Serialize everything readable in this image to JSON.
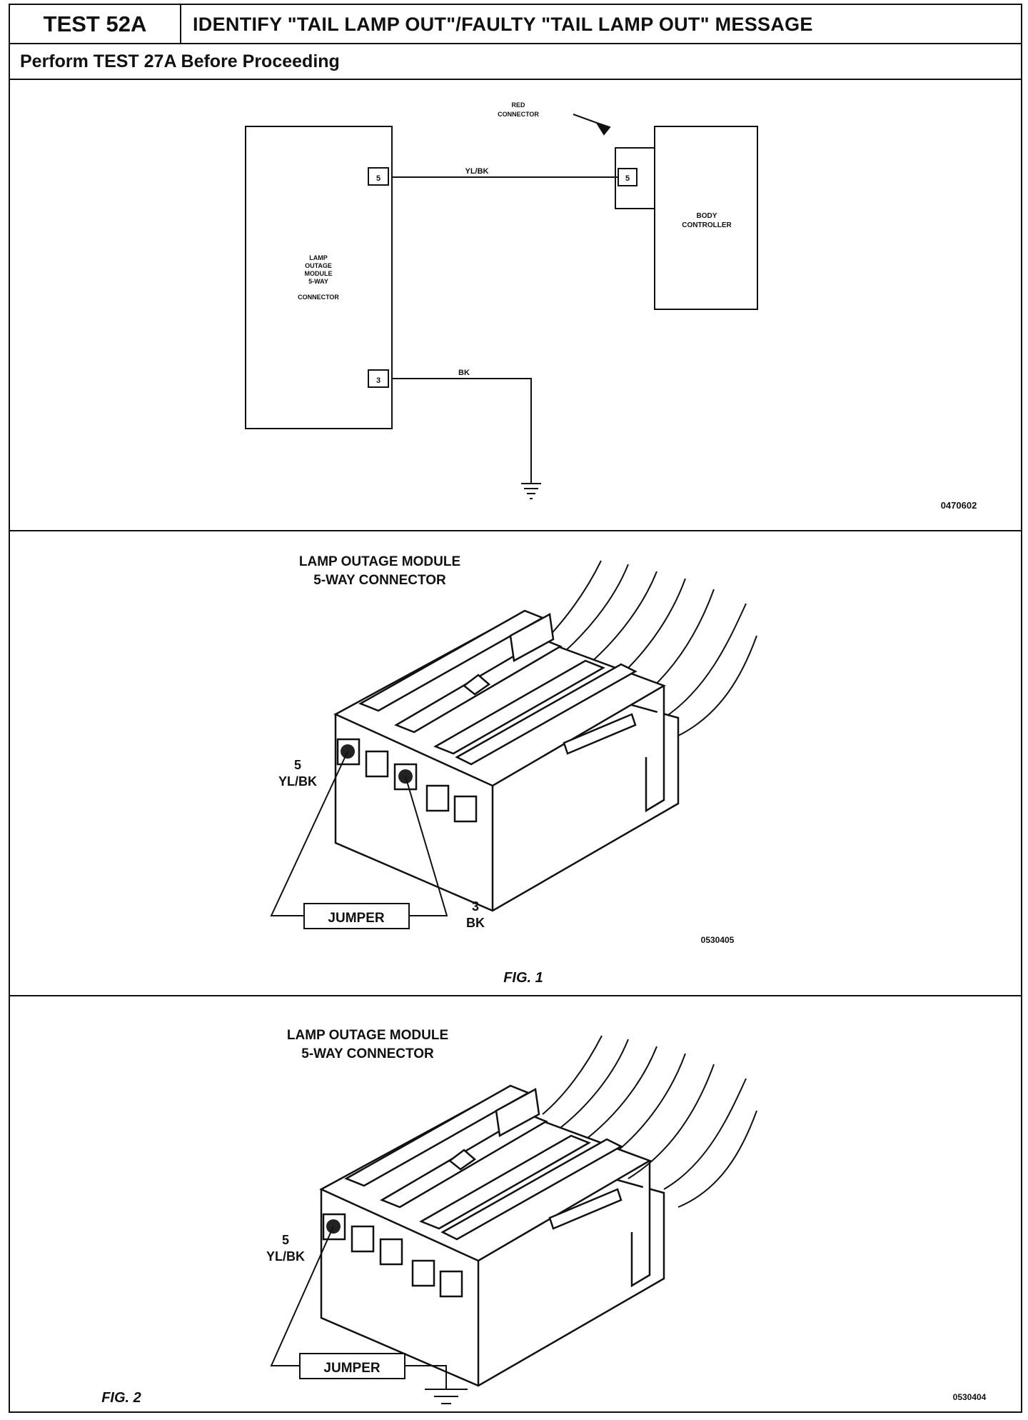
{
  "header": {
    "test_id": "TEST 52A",
    "title": "IDENTIFY \"TAIL LAMP OUT\"/FAULTY \"TAIL LAMP OUT\" MESSAGE",
    "prerequisite": "Perform TEST 27A Before Proceeding"
  },
  "schematic": {
    "module_label": [
      "LAMP",
      "OUTAGE",
      "MODULE",
      "5-WAY",
      "CONNECTOR"
    ],
    "red_connector_label": [
      "RED",
      "CONNECTOR"
    ],
    "controller_label": [
      "BODY",
      "CONTROLLER"
    ],
    "module_pin_top": "5",
    "module_pin_bottom": "3",
    "controller_pin": "5",
    "wire_top": "YL/BK",
    "wire_bottom": "BK",
    "figure_code": "0470602"
  },
  "fig1": {
    "title_line1": "LAMP OUTAGE MODULE",
    "title_line2": "5-WAY CONNECTOR",
    "pin5_num": "5",
    "pin5_color": "YL/BK",
    "pin3_num": "3",
    "pin3_color": "BK",
    "jumper": "JUMPER",
    "code": "0530405",
    "caption": "FIG. 1"
  },
  "fig2": {
    "title_line1": "LAMP OUTAGE MODULE",
    "title_line2": "5-WAY CONNECTOR",
    "pin5_num": "5",
    "pin5_color": "YL/BK",
    "jumper": "JUMPER",
    "code": "0530404",
    "caption": "FIG. 2"
  }
}
